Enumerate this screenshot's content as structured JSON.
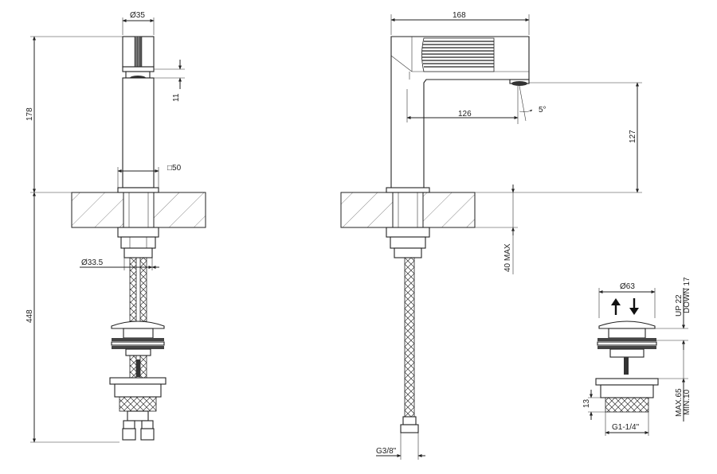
{
  "drawing": {
    "front_view": {
      "diameter_top": "Ø35",
      "height_upper": "178",
      "height_lower": "448",
      "gap": "11",
      "square": "□50",
      "diameter_shank": "Ø33.5"
    },
    "side_view": {
      "length": "168",
      "reach": "126",
      "angle": "5°",
      "spout_height": "127",
      "deck_thickness": "40 MAX",
      "connector": "G3/8\""
    },
    "waste_detail": {
      "diameter": "Ø63",
      "up_down_1": "UP 22",
      "up_down_2": "DOWN 17",
      "thickness_1": "MAX.65",
      "thickness_2": "MIN.10",
      "thread_height": "13",
      "thread": "G1-1/4\""
    }
  }
}
